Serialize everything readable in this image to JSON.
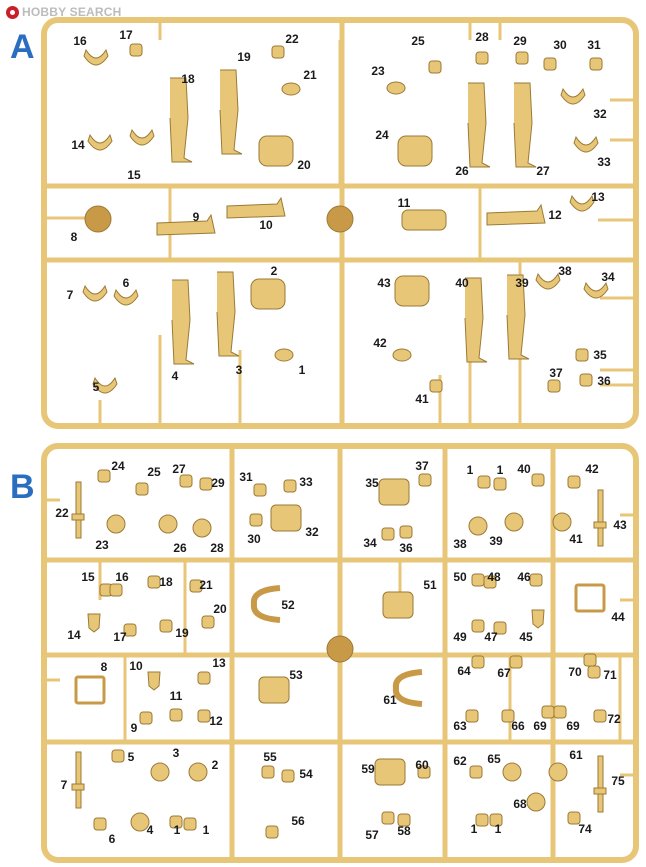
{
  "watermark": {
    "brand": "HOBBY SEARCH",
    "logo_icon": "hobbysearch-logo-icon"
  },
  "colors": {
    "plastic": "#e7c678",
    "plastic_dark": "#c89a47",
    "outline": "#9b7a35",
    "letter": "#2a6ec0",
    "label": "#1a1a1a"
  },
  "sprues": [
    {
      "letter": "A",
      "parts": [
        {
          "n": "16",
          "kind": "arm"
        },
        {
          "n": "17",
          "kind": "small"
        },
        {
          "n": "18",
          "kind": "leg"
        },
        {
          "n": "19",
          "kind": "leg"
        },
        {
          "n": "22",
          "kind": "small"
        },
        {
          "n": "21",
          "kind": "hand"
        },
        {
          "n": "23",
          "kind": "hand"
        },
        {
          "n": "25",
          "kind": "small"
        },
        {
          "n": "28",
          "kind": "small"
        },
        {
          "n": "29",
          "kind": "small"
        },
        {
          "n": "30",
          "kind": "small"
        },
        {
          "n": "31",
          "kind": "small"
        },
        {
          "n": "32",
          "kind": "arm"
        },
        {
          "n": "33",
          "kind": "arm"
        },
        {
          "n": "14",
          "kind": "arm"
        },
        {
          "n": "15",
          "kind": "arm"
        },
        {
          "n": "20",
          "kind": "torso"
        },
        {
          "n": "24",
          "kind": "torso"
        },
        {
          "n": "26",
          "kind": "leg"
        },
        {
          "n": "27",
          "kind": "leg"
        },
        {
          "n": "8",
          "kind": "head"
        },
        {
          "n": "9",
          "kind": "legs-lying"
        },
        {
          "n": "10",
          "kind": "legs-lying"
        },
        {
          "n": "11",
          "kind": "torso-lying"
        },
        {
          "n": "12",
          "kind": "legs-lying"
        },
        {
          "n": "13",
          "kind": "arm"
        },
        {
          "n": "7",
          "kind": "arm"
        },
        {
          "n": "6",
          "kind": "arm"
        },
        {
          "n": "2",
          "kind": "torso"
        },
        {
          "n": "43",
          "kind": "torso"
        },
        {
          "n": "4",
          "kind": "leg"
        },
        {
          "n": "3",
          "kind": "leg"
        },
        {
          "n": "40",
          "kind": "leg"
        },
        {
          "n": "39",
          "kind": "leg"
        },
        {
          "n": "38",
          "kind": "arm"
        },
        {
          "n": "34",
          "kind": "arm"
        },
        {
          "n": "42",
          "kind": "hand"
        },
        {
          "n": "1",
          "kind": "hand"
        },
        {
          "n": "35",
          "kind": "small"
        },
        {
          "n": "36",
          "kind": "small"
        },
        {
          "n": "37",
          "kind": "small"
        },
        {
          "n": "41",
          "kind": "small"
        },
        {
          "n": "5",
          "kind": "arm"
        }
      ]
    },
    {
      "letter": "B",
      "parts": [
        {
          "n": "24",
          "kind": "small"
        },
        {
          "n": "25",
          "kind": "small"
        },
        {
          "n": "27",
          "kind": "small"
        },
        {
          "n": "29",
          "kind": "small"
        },
        {
          "n": "22",
          "kind": "rifle"
        },
        {
          "n": "23",
          "kind": "helmet"
        },
        {
          "n": "26",
          "kind": "helmet"
        },
        {
          "n": "28",
          "kind": "helmet"
        },
        {
          "n": "31",
          "kind": "small"
        },
        {
          "n": "33",
          "kind": "small"
        },
        {
          "n": "30",
          "kind": "small"
        },
        {
          "n": "32",
          "kind": "pack"
        },
        {
          "n": "35",
          "kind": "pack"
        },
        {
          "n": "37",
          "kind": "small"
        },
        {
          "n": "34",
          "kind": "small"
        },
        {
          "n": "36",
          "kind": "small"
        },
        {
          "n": "1",
          "kind": "small"
        },
        {
          "n": "1",
          "kind": "small"
        },
        {
          "n": "40",
          "kind": "small"
        },
        {
          "n": "42",
          "kind": "small"
        },
        {
          "n": "43",
          "kind": "rifle"
        },
        {
          "n": "38",
          "kind": "helmet"
        },
        {
          "n": "39",
          "kind": "helmet"
        },
        {
          "n": "41",
          "kind": "helmet"
        },
        {
          "n": "15",
          "kind": "small"
        },
        {
          "n": "16",
          "kind": "small"
        },
        {
          "n": "18",
          "kind": "small"
        },
        {
          "n": "21",
          "kind": "small"
        },
        {
          "n": "20",
          "kind": "small"
        },
        {
          "n": "14",
          "kind": "shovel"
        },
        {
          "n": "17",
          "kind": "small"
        },
        {
          "n": "19",
          "kind": "small"
        },
        {
          "n": "52",
          "kind": "strap"
        },
        {
          "n": "51",
          "kind": "pack"
        },
        {
          "n": "50",
          "kind": "small"
        },
        {
          "n": "48",
          "kind": "small"
        },
        {
          "n": "46",
          "kind": "small"
        },
        {
          "n": "44",
          "kind": "frame"
        },
        {
          "n": "49",
          "kind": "small"
        },
        {
          "n": "47",
          "kind": "small"
        },
        {
          "n": "45",
          "kind": "shovel"
        },
        {
          "n": "8",
          "kind": "frame"
        },
        {
          "n": "10",
          "kind": "shovel"
        },
        {
          "n": "13",
          "kind": "small"
        },
        {
          "n": "11",
          "kind": "small"
        },
        {
          "n": "9",
          "kind": "small"
        },
        {
          "n": "12",
          "kind": "small"
        },
        {
          "n": "53",
          "kind": "pack"
        },
        {
          "n": "61",
          "kind": "strap"
        },
        {
          "n": "64",
          "kind": "small"
        },
        {
          "n": "67",
          "kind": "small"
        },
        {
          "n": "70",
          "kind": "small"
        },
        {
          "n": "71",
          "kind": "small"
        },
        {
          "n": "63",
          "kind": "small"
        },
        {
          "n": "66",
          "kind": "small"
        },
        {
          "n": "69",
          "kind": "small"
        },
        {
          "n": "69",
          "kind": "small"
        },
        {
          "n": "72",
          "kind": "small"
        },
        {
          "n": "7",
          "kind": "rifle"
        },
        {
          "n": "5",
          "kind": "small"
        },
        {
          "n": "3",
          "kind": "helmet"
        },
        {
          "n": "2",
          "kind": "helmet"
        },
        {
          "n": "55",
          "kind": "small"
        },
        {
          "n": "54",
          "kind": "small"
        },
        {
          "n": "59",
          "kind": "pack"
        },
        {
          "n": "60",
          "kind": "small"
        },
        {
          "n": "62",
          "kind": "small"
        },
        {
          "n": "65",
          "kind": "helmet"
        },
        {
          "n": "61",
          "kind": "helmet"
        },
        {
          "n": "75",
          "kind": "rifle"
        },
        {
          "n": "6",
          "kind": "small"
        },
        {
          "n": "4",
          "kind": "helmet"
        },
        {
          "n": "1",
          "kind": "small"
        },
        {
          "n": "1",
          "kind": "small"
        },
        {
          "n": "56",
          "kind": "small"
        },
        {
          "n": "57",
          "kind": "small"
        },
        {
          "n": "58",
          "kind": "small"
        },
        {
          "n": "68",
          "kind": "helmet"
        },
        {
          "n": "1",
          "kind": "small"
        },
        {
          "n": "1",
          "kind": "small"
        },
        {
          "n": "74",
          "kind": "small"
        }
      ]
    }
  ]
}
